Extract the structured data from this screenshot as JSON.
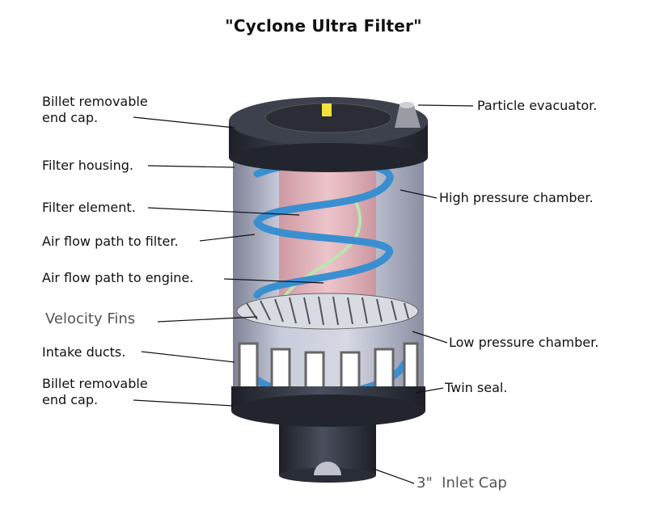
{
  "title": "\"Cyclone Ultra Filter\"",
  "labels": {
    "billet_top_1": "Billet removable",
    "billet_top_2": "end cap.",
    "filter_housing": "Filter housing.",
    "filter_element": "Filter element.",
    "air_to_filter": "Air flow path to filter.",
    "air_to_engine": "Air flow path to engine.",
    "velocity_fins": "Velocity Fins",
    "intake_ducts": "Intake ducts.",
    "billet_bottom_1": "Billet removable",
    "billet_bottom_2": "end cap.",
    "particle_evacuator": "Particle evacuator.",
    "high_pressure": "High pressure chamber.",
    "low_pressure": "Low pressure chamber.",
    "twin_seal": "Twin seal.",
    "inlet_cap": "3\"  Inlet Cap"
  },
  "colors": {
    "housing_dark": "#2b2f3a",
    "housing_glass": "#b9bccf",
    "spiral": "#3a8fd0",
    "element": "#e7aab0",
    "flow_engine": "#b9e6b0"
  }
}
